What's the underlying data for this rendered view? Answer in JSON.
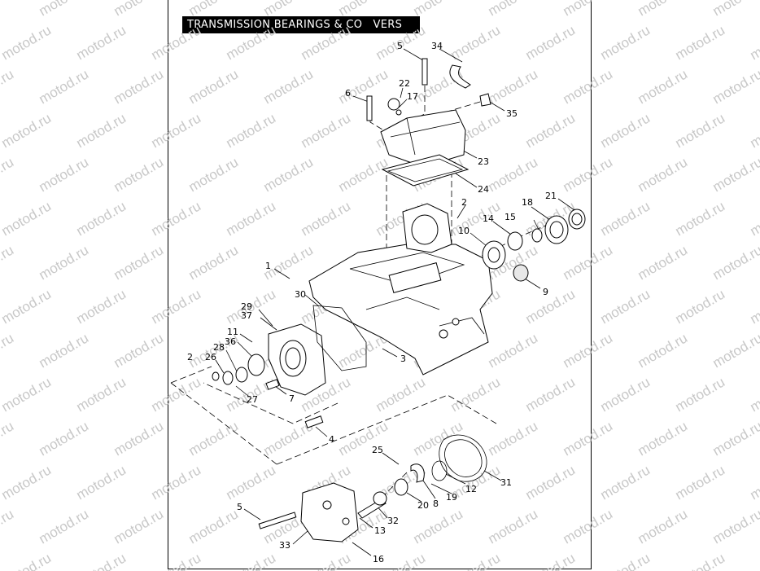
{
  "title": "TRANSMISSION BEARINGS & CO   VERS",
  "watermark": "motod.ru",
  "callouts": [
    {
      "id": "c1",
      "label": "1"
    },
    {
      "id": "c2a",
      "label": "2"
    },
    {
      "id": "c2b",
      "label": "2"
    },
    {
      "id": "c3",
      "label": "3"
    },
    {
      "id": "c4",
      "label": "4"
    },
    {
      "id": "c5a",
      "label": "5"
    },
    {
      "id": "c5b",
      "label": "5"
    },
    {
      "id": "c6",
      "label": "6"
    },
    {
      "id": "c7",
      "label": "7"
    },
    {
      "id": "c8",
      "label": "8"
    },
    {
      "id": "c9",
      "label": "9"
    },
    {
      "id": "c10",
      "label": "10"
    },
    {
      "id": "c11",
      "label": "11"
    },
    {
      "id": "c12",
      "label": "12"
    },
    {
      "id": "c13",
      "label": "13"
    },
    {
      "id": "c14",
      "label": "14"
    },
    {
      "id": "c15",
      "label": "15"
    },
    {
      "id": "c16",
      "label": "16"
    },
    {
      "id": "c17",
      "label": "17"
    },
    {
      "id": "c18",
      "label": "18"
    },
    {
      "id": "c19",
      "label": "19"
    },
    {
      "id": "c20",
      "label": "20"
    },
    {
      "id": "c21",
      "label": "21"
    },
    {
      "id": "c22",
      "label": "22"
    },
    {
      "id": "c23",
      "label": "23"
    },
    {
      "id": "c24",
      "label": "24"
    },
    {
      "id": "c25",
      "label": "25"
    },
    {
      "id": "c26",
      "label": "26"
    },
    {
      "id": "c27",
      "label": "27"
    },
    {
      "id": "c28",
      "label": "28"
    },
    {
      "id": "c29",
      "label": "29"
    },
    {
      "id": "c30",
      "label": "30"
    },
    {
      "id": "c31",
      "label": "31"
    },
    {
      "id": "c32",
      "label": "32"
    },
    {
      "id": "c33",
      "label": "33"
    },
    {
      "id": "c34",
      "label": "34"
    },
    {
      "id": "c35",
      "label": "35"
    },
    {
      "id": "c36",
      "label": "36"
    },
    {
      "id": "c37",
      "label": "37"
    }
  ]
}
